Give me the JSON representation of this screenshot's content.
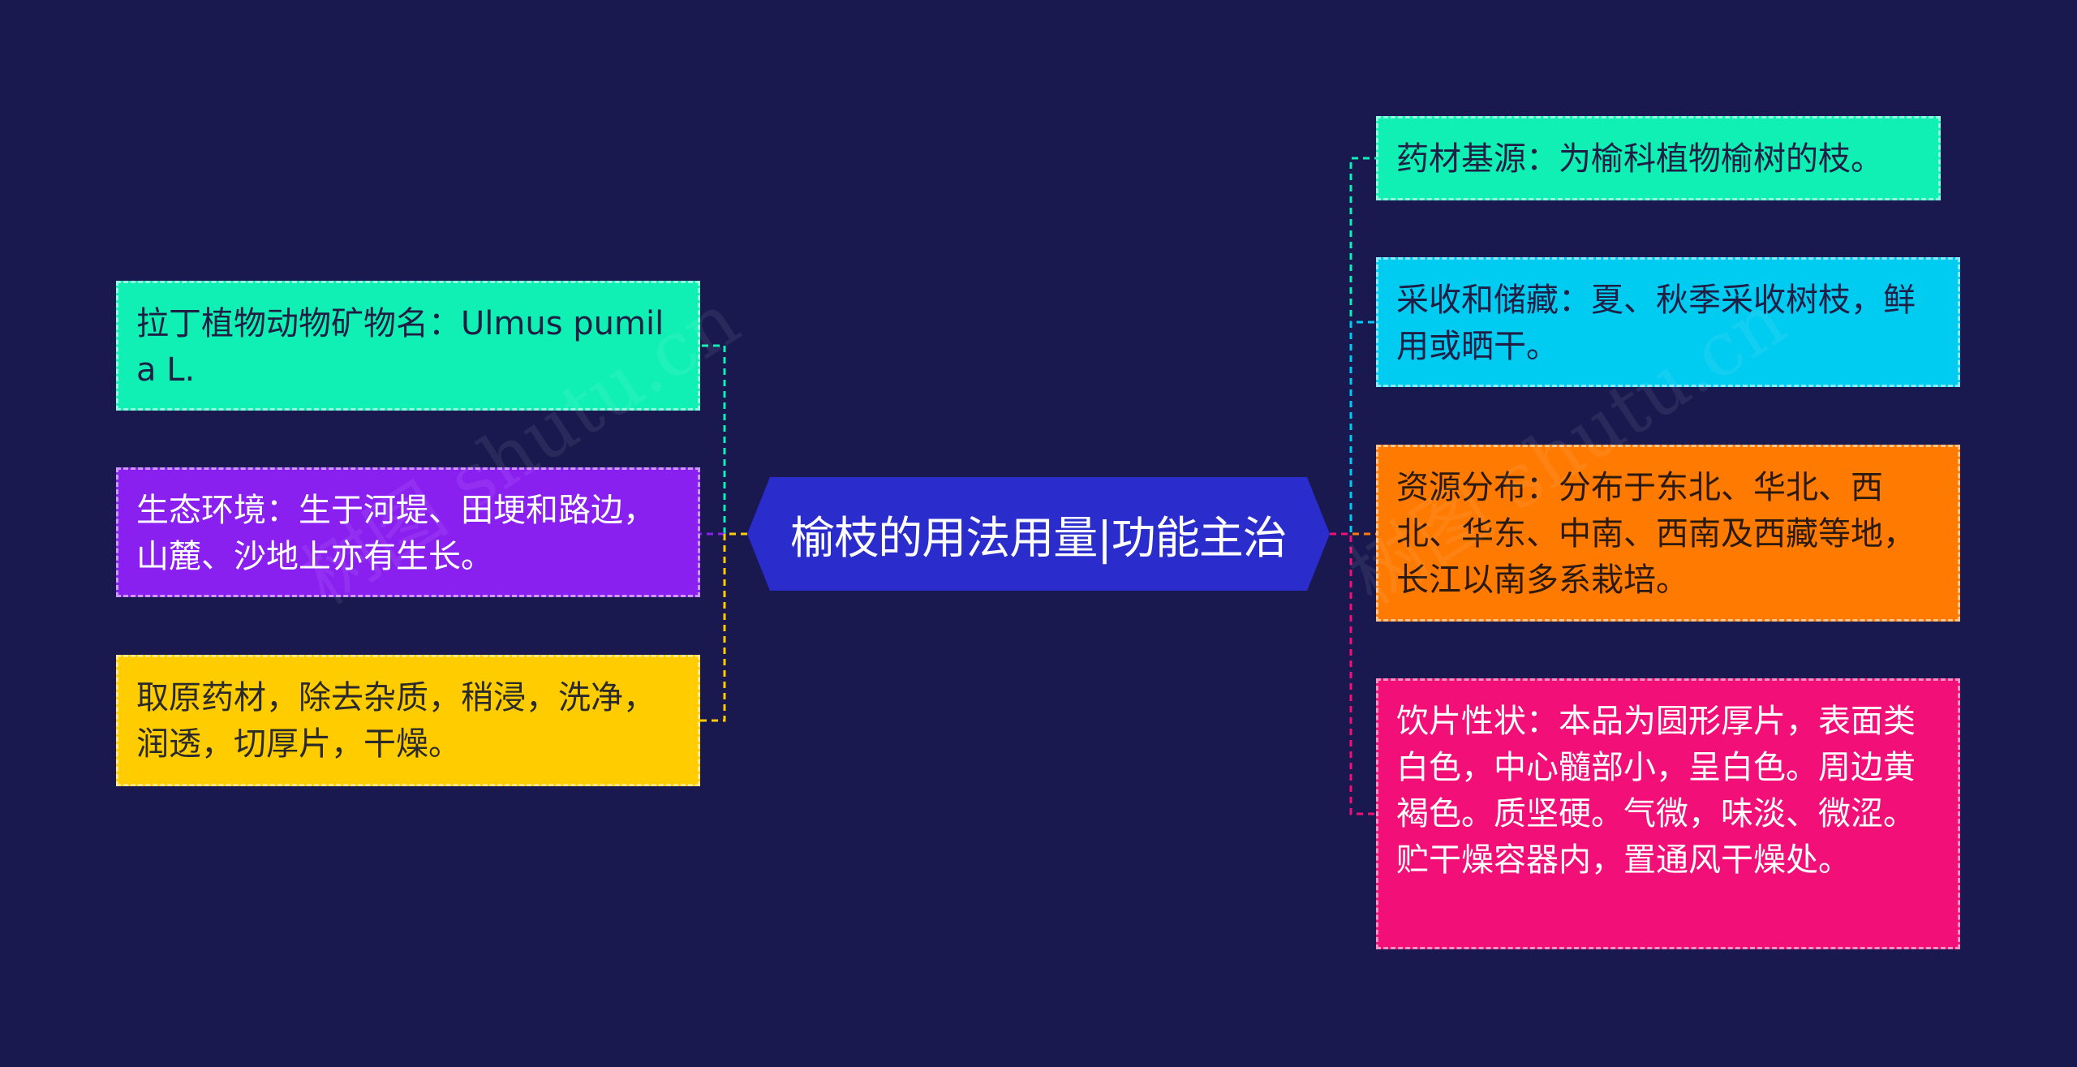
{
  "center": {
    "label": "榆枝的用法用量|功能主治"
  },
  "left": [
    {
      "text": "拉丁植物动物矿物名：Ulmus pumila L."
    },
    {
      "text": "生态环境：生于河堤、田埂和路边，山麓、沙地上亦有生长。"
    },
    {
      "text": "取原药材，除去杂质，稍浸，洗净，润透，切厚片，干燥。"
    }
  ],
  "right": [
    {
      "text": "药材基源：为榆科植物榆树的枝。"
    },
    {
      "text": "采收和储藏：夏、秋季采收树枝，鲜用或晒干。"
    },
    {
      "text": "资源分布：分布于东北、华北、西北、华东、中南、西南及西藏等地，长江以南多系栽培。"
    },
    {
      "text": "饮片性状：本品为圆形厚片，表面类白色，中心髓部小，呈白色。周边黄褐色。质坚硬。气微，味淡、微涩。贮干燥容器内，置通风干燥处。"
    }
  ],
  "watermark": {
    "text": "树图 shutu.cn"
  },
  "colors": {
    "background": "#191950",
    "center": "#2a2ccc",
    "mint": "#10f0b4",
    "purple": "#8a20f0",
    "yellow": "#ffcc00",
    "cyan": "#00ccf2",
    "orange": "#ff7a00",
    "magenta": "#f20f78"
  }
}
